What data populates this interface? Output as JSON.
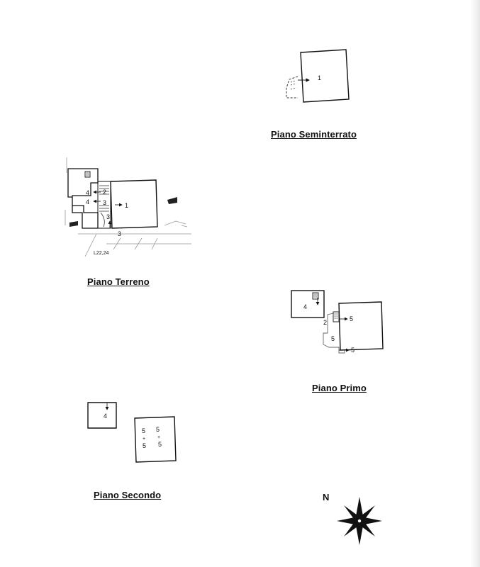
{
  "floors": {
    "seminterrato": {
      "title": "Piano Seminterrato",
      "labels": [
        "1"
      ]
    },
    "terreno": {
      "title": "Piano Terreno",
      "labels": [
        "4",
        "2",
        "4",
        "3",
        "1",
        "3",
        "3"
      ],
      "note": "L22,24"
    },
    "primo": {
      "title": "Piano Primo",
      "labels": [
        "4",
        "2",
        "5",
        "5",
        "5"
      ]
    },
    "secondo": {
      "title": "Piano Secondo",
      "labels": [
        "4",
        "5",
        "5",
        "+",
        "+",
        "5",
        "5"
      ]
    }
  },
  "compass": {
    "north_label": "N"
  }
}
